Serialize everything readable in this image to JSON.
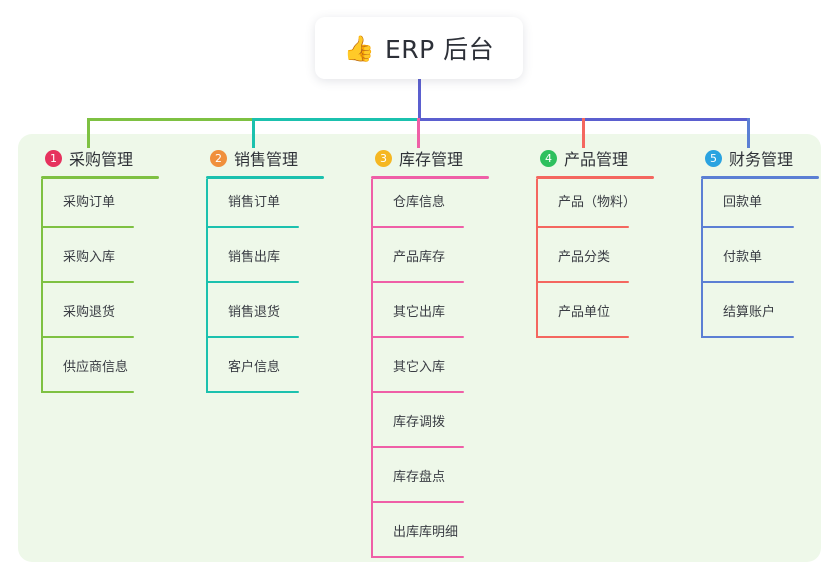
{
  "diagram": {
    "type": "mind-map",
    "title": {
      "icon": "thumbs-up-icon",
      "emoji": "👍",
      "text": "ERP 后台"
    },
    "canvas_color": "#eef8e9",
    "root_connector_color": "#5b5fcf",
    "branches": [
      {
        "number": "1",
        "label": "采购管理",
        "badge_color": "#e6325e",
        "line_color": "#7ec142",
        "items": [
          "采购订单",
          "采购入库",
          "采购退货",
          "供应商信息"
        ]
      },
      {
        "number": "2",
        "label": "销售管理",
        "badge_color": "#f0903c",
        "line_color": "#1bc1ae",
        "items": [
          "销售订单",
          "销售出库",
          "销售退货",
          "客户信息"
        ]
      },
      {
        "number": "3",
        "label": "库存管理",
        "badge_color": "#f5b722",
        "line_color": "#ef5fa7",
        "items": [
          "仓库信息",
          "产品库存",
          "其它出库",
          "其它入库",
          "库存调拨",
          "库存盘点",
          "出库库明细"
        ]
      },
      {
        "number": "4",
        "label": "产品管理",
        "badge_color": "#2ec05e",
        "line_color": "#f4675f",
        "items": [
          "产品（物料）",
          "产品分类",
          "产品单位"
        ]
      },
      {
        "number": "5",
        "label": "财务管理",
        "badge_color": "#2aa3e0",
        "line_color": "#5b7fd4",
        "items": [
          "回款单",
          "付款单",
          "结算账户"
        ]
      }
    ]
  }
}
